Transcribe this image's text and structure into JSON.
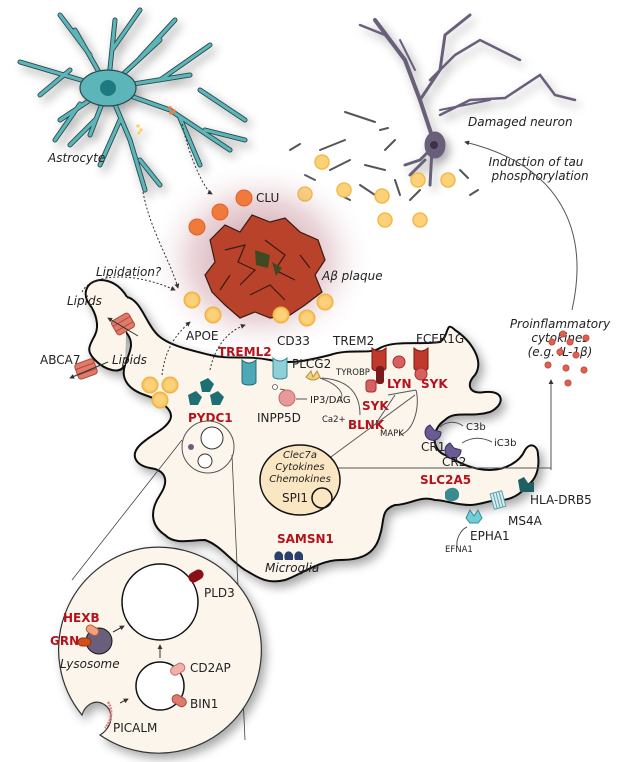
{
  "title": "Microglia in Alzheimer's disease risk genes",
  "colors": {
    "astrocyte": "#5bb5b8",
    "neuron": "#6a5f7a",
    "plaque": "#b8432a",
    "plaque_core": "#3d4a22",
    "apoe_particle": "#fbd27a",
    "clu_particle": "#f07a3c",
    "cytoplasm": "#fcf5ec",
    "risk_gene_red": "#b5121b",
    "trem2_receptor": "#c0392b",
    "treml2_receptor": "#4fa8b5",
    "pydc1": "#1e6f73",
    "cr_receptor": "#6b5b95",
    "samsn1": "#2c3e6b",
    "cytokine": "#e06050"
  },
  "labels": {
    "astrocyte": "Astrocyte",
    "damaged_neuron": "Damaged neuron",
    "tau_induction_line1": "Induction of tau",
    "tau_induction_line2": "phosphorylation",
    "clu": "CLU",
    "abeta_plaque": "Aβ plaque",
    "lipidation": "Lipidation?",
    "lipids_top": "Lipids",
    "lipids_bottom": "Lipids",
    "abca7": "ABCA7",
    "apoe": "APOE",
    "treml2": "TREML2",
    "cd33": "CD33",
    "plcg2": "PLCG2",
    "trem2": "TREM2",
    "fcer1g": "FCER1G",
    "tyrobp": "TYROBP",
    "lyn": "LYN",
    "syk_right": "SYK",
    "syk_left": "SYK",
    "blnk": "BLNK",
    "mapk": "MAPK",
    "pydc1": "PYDC1",
    "inpp5d": "INPP5D",
    "ip3_dag": "IP3/DAG",
    "ca2": "Ca2+",
    "proinflam_line1": "Proinflammatory",
    "proinflam_line2": "cytokines",
    "proinflam_line3": "(e.g. IL-1β)",
    "c3b": "C3b",
    "ic3b": "iC3b",
    "cr1": "CR1",
    "cr2": "CR2",
    "nucleus_line1": "Clec7a",
    "nucleus_line2": "Cytokines",
    "nucleus_line3": "Chemokines",
    "spi1": "SPI1",
    "slc2a5": "SLC2A5",
    "hla_drb5": "HLA-DRB5",
    "ms4a": "MS4A",
    "epha1": "EPHA1",
    "efna1": "EFNA1",
    "samsn1": "SAMSN1",
    "microglia": "Microglia",
    "pld3": "PLD3",
    "hexb": "HEXB",
    "grn": "GRN",
    "lysosome": "Lysosome",
    "cd2ap": "CD2AP",
    "bin1": "BIN1",
    "picalm": "PICALM"
  }
}
